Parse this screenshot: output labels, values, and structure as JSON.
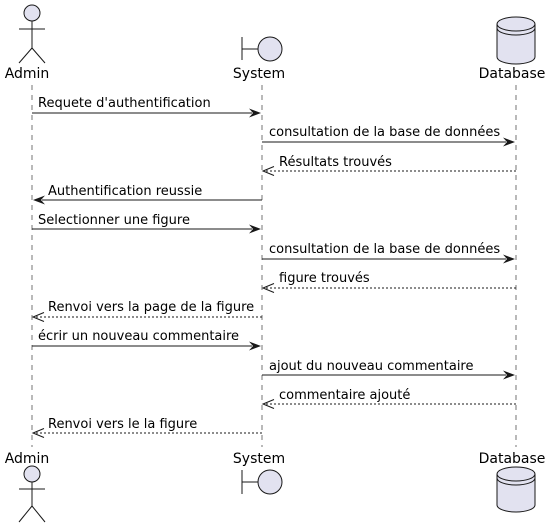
{
  "participants": [
    {
      "id": "admin",
      "label": "Admin",
      "kind": "actor"
    },
    {
      "id": "system",
      "label": "System",
      "kind": "boundary"
    },
    {
      "id": "database",
      "label": "Database",
      "kind": "database"
    }
  ],
  "messages": [
    {
      "from": "admin",
      "to": "system",
      "text": "Requete d'authentification",
      "style": "solid"
    },
    {
      "from": "system",
      "to": "database",
      "text": "consultation de la base de données",
      "style": "solid"
    },
    {
      "from": "database",
      "to": "system",
      "text": "Résultats trouvés",
      "style": "dashed"
    },
    {
      "from": "system",
      "to": "admin",
      "text": "Authentification reussie",
      "style": "solid"
    },
    {
      "from": "admin",
      "to": "system",
      "text": "Selectionner une figure",
      "style": "solid"
    },
    {
      "from": "system",
      "to": "database",
      "text": "consultation de la base de données",
      "style": "solid"
    },
    {
      "from": "database",
      "to": "system",
      "text": "figure trouvés",
      "style": "dashed"
    },
    {
      "from": "system",
      "to": "admin",
      "text": "Renvoi vers la page de la figure",
      "style": "dashed"
    },
    {
      "from": "admin",
      "to": "system",
      "text": "écrir un nouveau commentaire",
      "style": "solid"
    },
    {
      "from": "system",
      "to": "database",
      "text": "ajout du nouveau commentaire",
      "style": "solid"
    },
    {
      "from": "database",
      "to": "system",
      "text": "commentaire ajouté",
      "style": "dashed"
    },
    {
      "from": "system",
      "to": "admin",
      "text": "Renvoi vers le la figure",
      "style": "dashed"
    }
  ],
  "colors": {
    "participant_fill": "#E2E2F0",
    "line": "#181818"
  }
}
